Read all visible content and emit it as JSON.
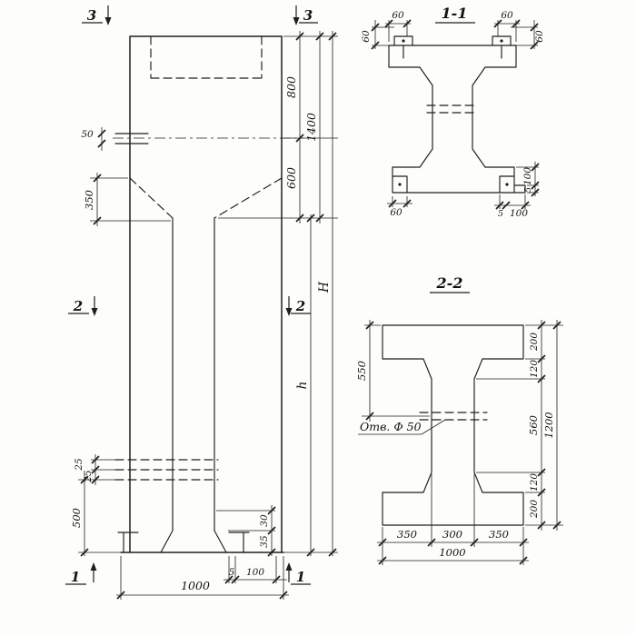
{
  "colors": {
    "ink": "#1e1e1e",
    "paper": "#fdfdfb"
  },
  "elev": {
    "markers": {
      "m3l": "3",
      "m3r": "3",
      "m2l": "2",
      "m2r": "2",
      "m1l": "1",
      "m1r": "1"
    },
    "dims": {
      "d50": "50",
      "d350": "350",
      "d25a": "25",
      "d25b": "25",
      "d500": "500",
      "d800": "800",
      "d600": "600",
      "d1400": "1400",
      "dH": "H",
      "dh": "h",
      "d30": "30",
      "d35": "35",
      "d5": "5",
      "d100": "100",
      "d1000": "1000"
    }
  },
  "s1": {
    "title": "1-1",
    "dims": {
      "tl60": "60",
      "tr60": "60",
      "l60": "60",
      "r60": "60",
      "bl60": "60",
      "r100": "100",
      "r5": "5",
      "b5": "5",
      "b100": "100"
    }
  },
  "s2": {
    "title": "2-2",
    "hole": "Отв. Ф 50",
    "dims": {
      "l550": "550",
      "r200a": "200",
      "r120a": "120",
      "r560": "560",
      "r120b": "120",
      "r200b": "200",
      "r1200": "1200",
      "b350a": "350",
      "b300": "300",
      "b350b": "350",
      "b1000": "1000"
    }
  }
}
